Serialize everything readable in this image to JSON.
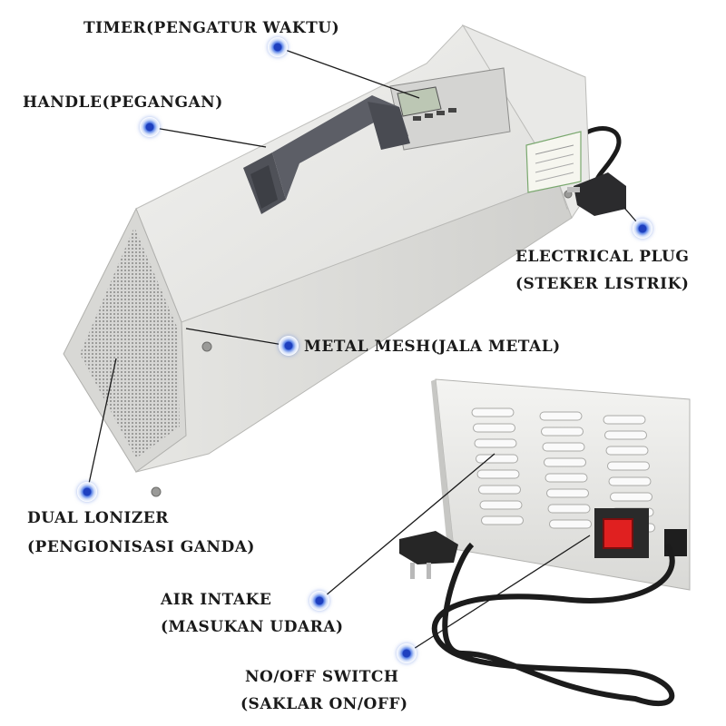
{
  "callouts": {
    "timer": "TIMER(PENGATUR WAKTU)",
    "handle": "HANDLE(PEGANGAN)",
    "plug_line1": "ELECTRICAL PLUG",
    "plug_line2": "(STEKER LISTRIK)",
    "mesh": "METAL MESH(JALA METAL)",
    "ionizer_line1": "DUAL LONIZER",
    "ionizer_line2": "(PENGIONISASI GANDA)",
    "intake_line1": "AIR INTAKE",
    "intake_line2": "(MASUKAN UDARA)",
    "switch_line1": "NO/OFF SWITCH",
    "switch_line2": "(SAKLAR ON/OFF)"
  },
  "colors": {
    "callout_dot": "#2a4fd0",
    "label_text": "#1a1a1a",
    "body_metal": "#e8e8e6",
    "handle": "#55575e",
    "switch": "#e02020"
  }
}
